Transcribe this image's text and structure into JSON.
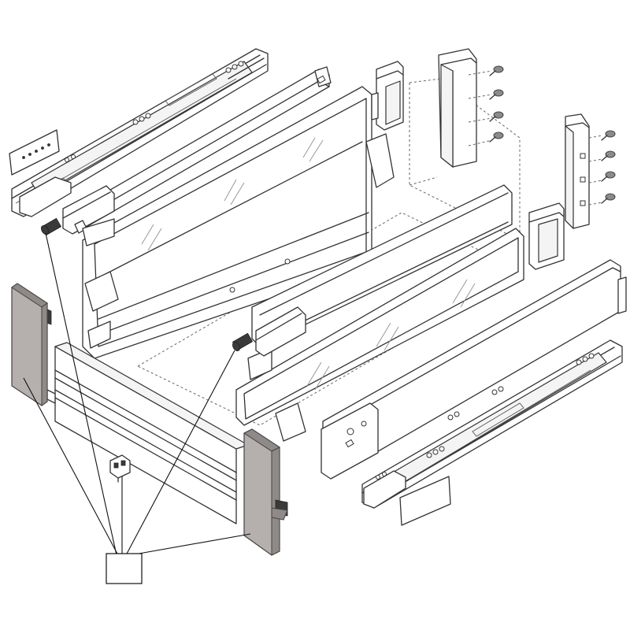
{
  "colors": {
    "background": "#ffffff",
    "line": "#333333",
    "panel_grey": "#b5b0ad",
    "leader": "#111111"
  },
  "parts": [
    {
      "name": "left-runner-rail"
    },
    {
      "name": "left-drawer-side-profile"
    },
    {
      "name": "left-inner-glass-side"
    },
    {
      "name": "right-inner-glass-side"
    },
    {
      "name": "right-drawer-side-profile"
    },
    {
      "name": "right-runner-rail"
    },
    {
      "name": "back-panel-brackets"
    },
    {
      "name": "front-panel-fixing-brackets"
    },
    {
      "name": "front-panel"
    },
    {
      "name": "end-caps"
    },
    {
      "name": "screws"
    },
    {
      "name": "damper-units"
    },
    {
      "name": "mounting-clip"
    },
    {
      "name": "callout-box"
    }
  ]
}
